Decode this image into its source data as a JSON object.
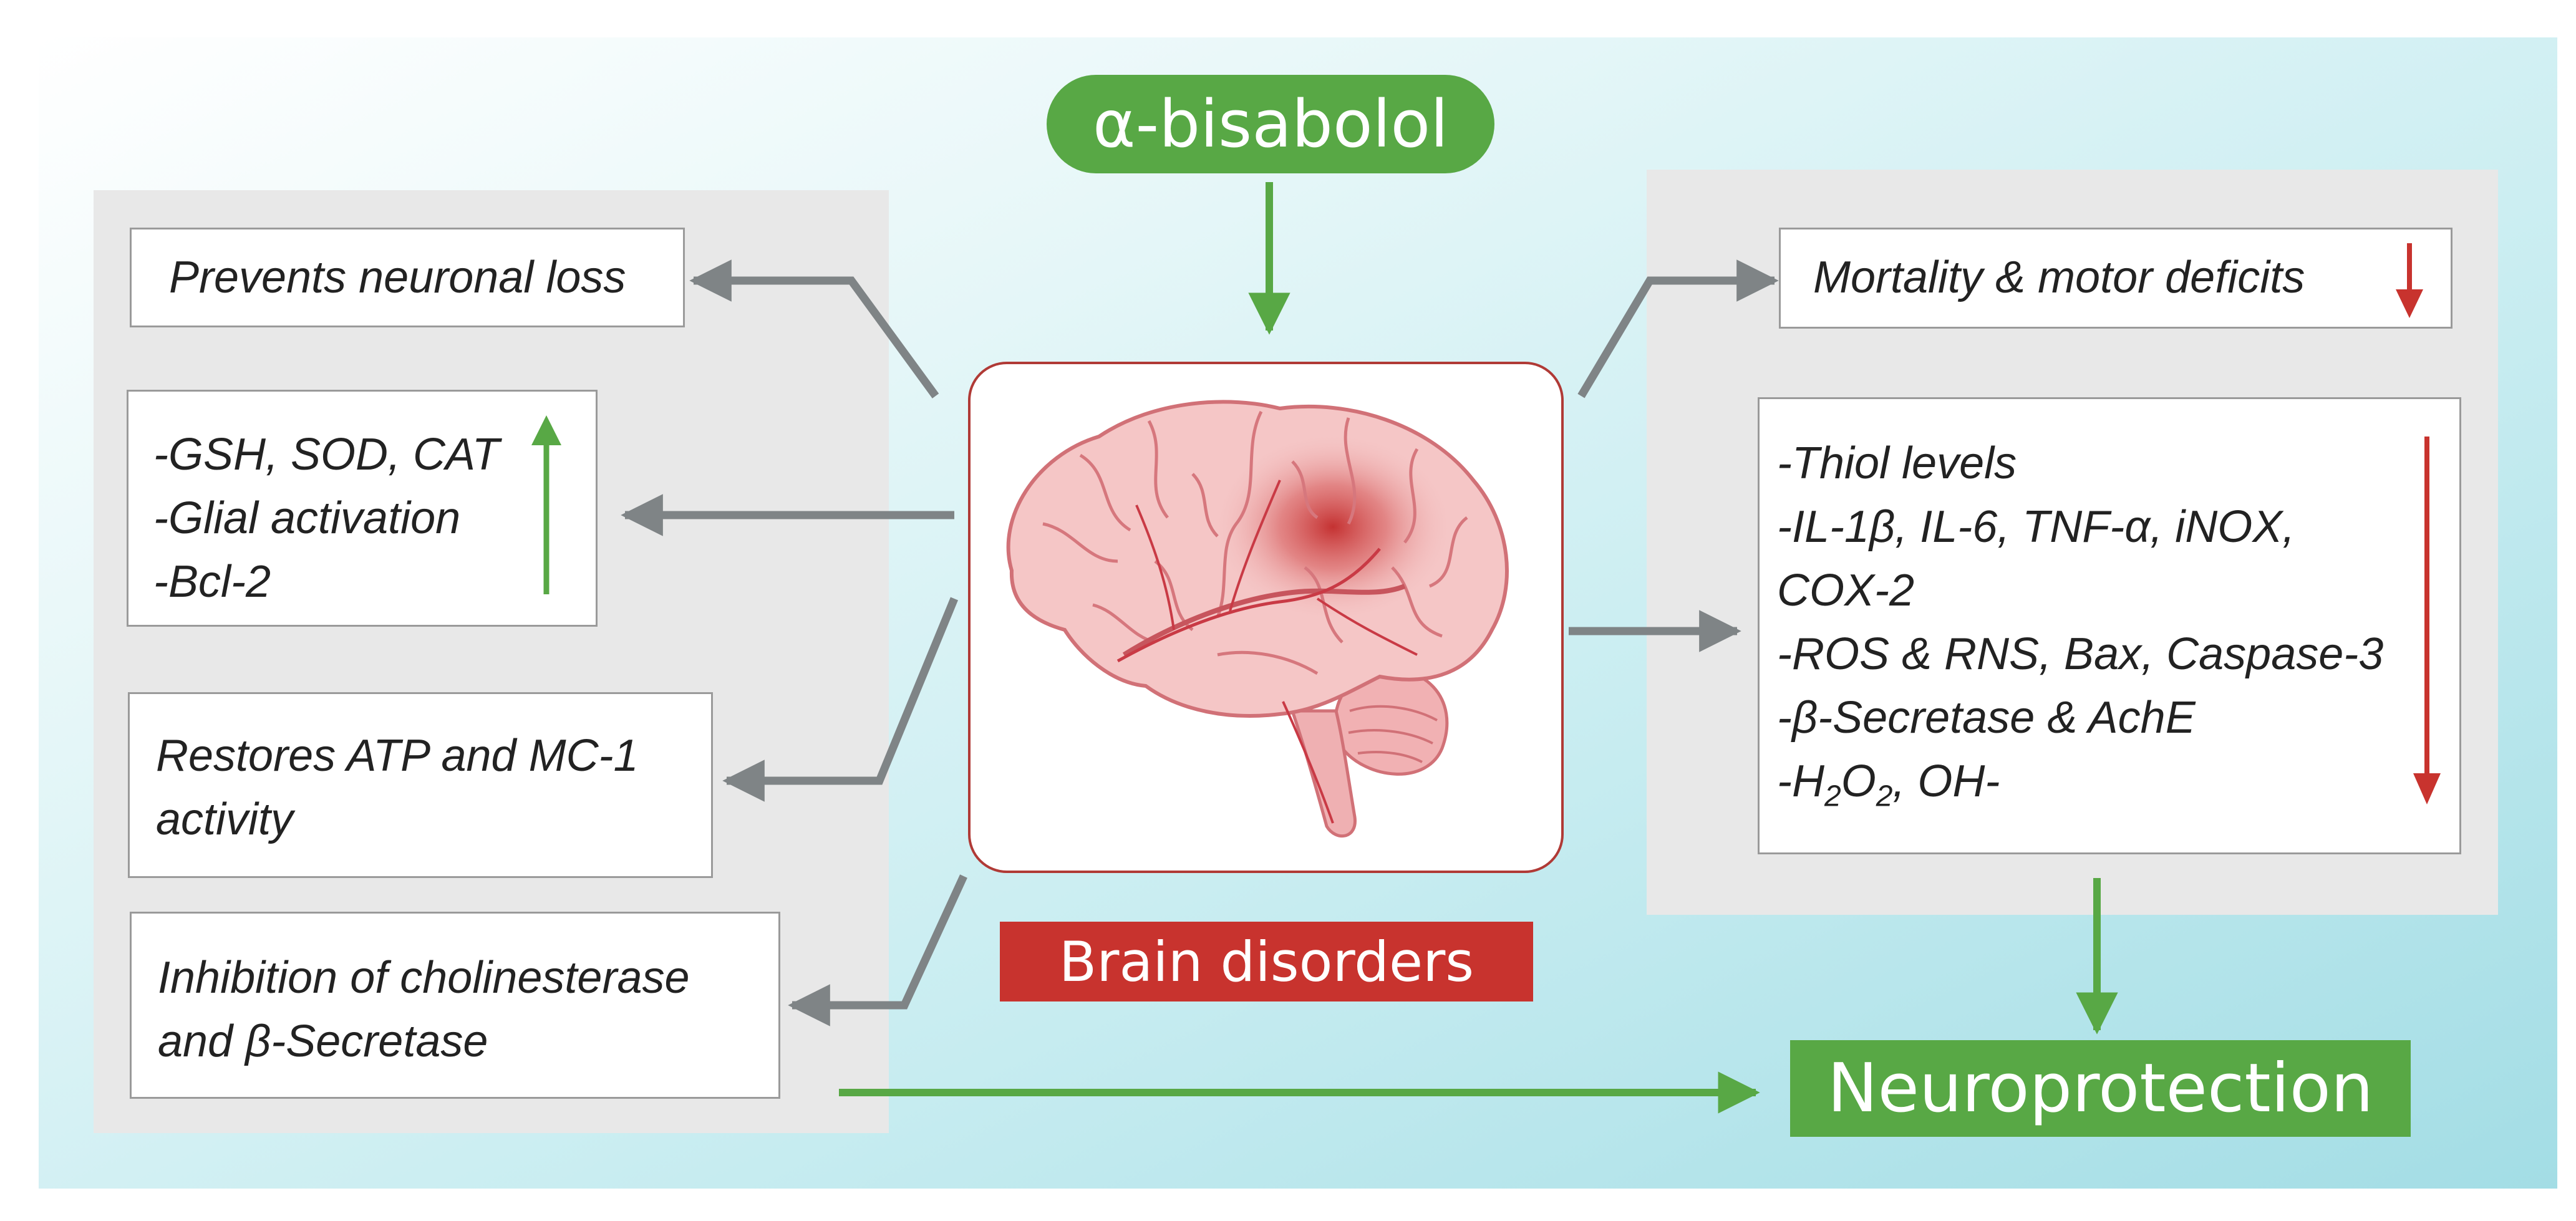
{
  "title": "α-bisabolol",
  "center_label": "Brain disorders",
  "outcome_label": "Neuroprotection",
  "left_effects": [
    {
      "lines": [
        "Prevents neuronal loss"
      ]
    },
    {
      "lines": [
        "-GSH, SOD, CAT",
        "-Glial activation",
        "-Bcl-2"
      ],
      "trend": "increase"
    },
    {
      "lines": [
        "Restores ATP and MC-1",
        "activity"
      ]
    },
    {
      "lines": [
        "Inhibition of cholinesterase",
        "and β-Secretase"
      ]
    }
  ],
  "right_effects": [
    {
      "lines": [
        "Mortality & motor deficits"
      ],
      "trend": "decrease"
    },
    {
      "lines": [
        "-Thiol levels",
        "-IL-1β, IL-6, TNF-α, iNOX,",
        "COX-2",
        "-ROS & RNS, Bax, Caspase-3",
        "-β-Secretase & AchE"
      ],
      "trend": "decrease"
    }
  ],
  "formula_line": {
    "prefix": "-H",
    "sub1": "2",
    "mid": "O",
    "sub2": "2",
    "suffix": ", OH-"
  },
  "colors": {
    "green": "#58a845",
    "red": "#c8332e",
    "gray_arrow": "#7f8486",
    "panel": "#e8e8e8"
  },
  "icons": {
    "brain": "brain-illustration",
    "up": "green-up-arrow-icon",
    "down": "red-down-arrow-icon"
  }
}
